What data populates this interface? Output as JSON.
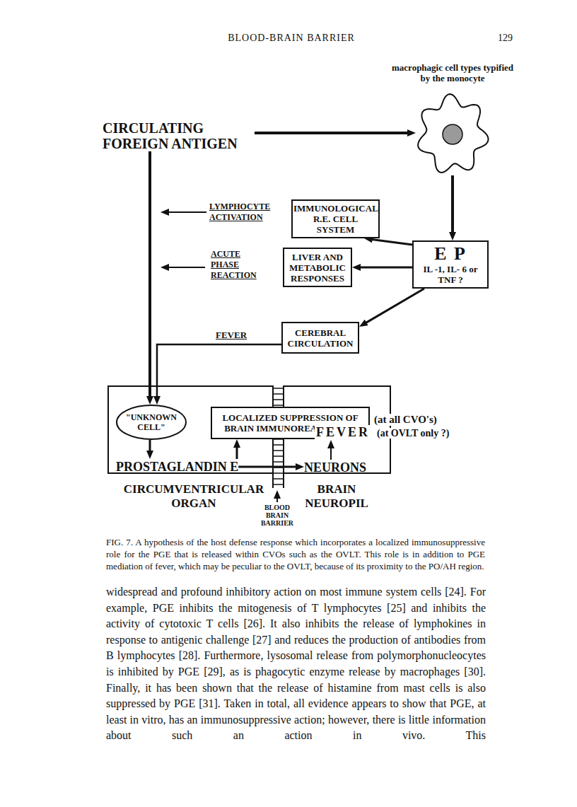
{
  "diagram": {
    "caption": "FIG. 7. A hypothesis of the host defense response which incorporates a localized immunosuppressive role for the PGE that is released within CVOs such as the OVLT. This role is in addition to PGE mediation of fever, which may be peculiar to the OVLT, because of its proximity to the PO/AH region.",
    "nodes": [
      {
        "text": [
          "CIRCULATING FOREIGN ANTIGEN"
        ]
      },
      {
        "text": [
          "macrophagic cell types typified by the monocyte"
        ]
      },
      {
        "text": [
          "IMMUNOLOGICAL R.E. CELL SYSTEM"
        ]
      },
      {
        "text": [
          "E P",
          "IL -1, IL- 6 or TNF ?"
        ]
      },
      {
        "text": [
          "LIVER AND METABOLIC RESPONSES"
        ]
      },
      {
        "text": [
          "CEREBRAL CIRCULATION"
        ]
      },
      {
        "text": [
          "CIRCUMVENTRICULAR ORGAN"
        ]
      },
      {
        "text": [
          "\"UNKNOWN CELL\""
        ],
        "in": 6
      },
      {
        "text": [
          "PROSTAGLANDIN E"
        ],
        "in": 6
      },
      {
        "text": [
          "LOCALIZED SUPPRESSION OF BRAIN IMMUNOREACTIVITY"
        ]
      },
      {
        "text": [
          "BRAIN NEUROPIL"
        ]
      },
      {
        "text": [
          "FEVER",
          "(at OVLT only ?)"
        ],
        "in": 10
      },
      {
        "text": [
          "NEURONS"
        ],
        "in": 10
      }
    ],
    "edges": [
      {
        "from": 0,
        "to": 1,
        "arrow": "to"
      },
      {
        "from": 0,
        "to": 7,
        "arrow": "to"
      },
      {
        "from": 1,
        "to": 3,
        "arrow": "to"
      },
      {
        "from": 3,
        "to": 2,
        "arrow": "to"
      },
      {
        "from": 3,
        "to": 4,
        "arrow": "to"
      },
      {
        "from": 3,
        "to": 5,
        "arrow": "to"
      },
      {
        "from": 5,
        "to": 7,
        "label": "FEVER",
        "arrow": "to"
      },
      {
        "from": 7,
        "to": 8,
        "arrow": "to"
      },
      {
        "from": 8,
        "to": 9,
        "arrow": "to"
      },
      {
        "from": 8,
        "to": 12,
        "arrow": "to"
      },
      {
        "from": 12,
        "to": 11,
        "arrow": "to"
      }
    ],
    "labels": [
      "BLOOD-BRAIN BARRIER",
      "129",
      "LYMPHOCYTE ACTIVATION",
      "ACUTE PHASE REACTION",
      "(at all CVO's)",
      "BLOOD BRAIN BARRIER",
      "widespread and profound inhibitory action on most immune system cells [24]. For example, PGE inhibits the mitogenesis of T lymphocytes [25] and inhibits the activity of cytotoxic T cells [26]. It also inhibits the release of lymphokines in response to antigenic challenge [27] and reduces the production of antibodies from B lymphocytes [28]. Furthermore, lysosomal release from polymorphonucleocytes is inhibited by PGE [29], as is phagocytic enzyme release by macrophages [30]. Finally, it has been shown that the release of histamine from mast cells is also suppressed by PGE [31]. Taken in total, all evidence appears to show that PGE, at least in vitro, has an immunosuppressive action; however, there is little information about such an action in vivo. This"
    ]
  }
}
